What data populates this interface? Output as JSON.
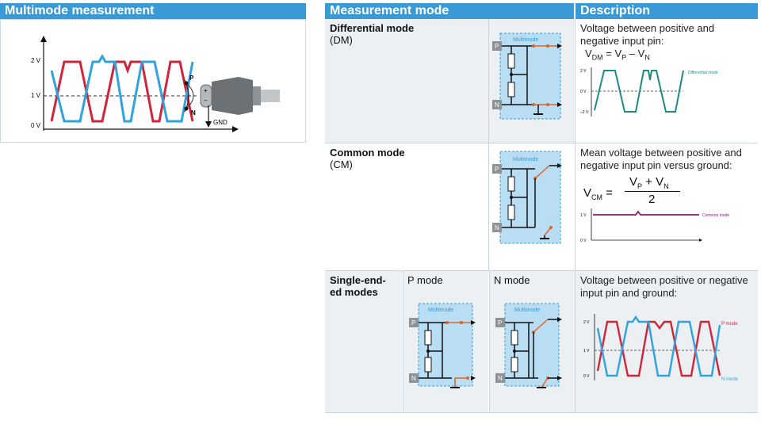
{
  "left": {
    "header": "Multimode measurement",
    "y_labels": [
      "2 V",
      "1 V",
      "0 V"
    ],
    "pin_p": "P",
    "pin_n": "N",
    "plus": "+",
    "minus": "–",
    "gnd": "GND"
  },
  "table": {
    "col1_header": "Measurement mode",
    "col2_header": "Description",
    "rows": [
      {
        "title": "Differential mode",
        "abbr": "(DM)",
        "desc": "Voltage between positive and negative input pin:",
        "formula": "V_DM = V_P – V_N",
        "formula_lhs": "V",
        "formula_lhs_sub": "DM",
        "formula_eq": " = V",
        "formula_p_sub": "P",
        "formula_minus": " – V",
        "formula_n_sub": "N",
        "chart_ticks": [
          "2 V",
          "0 V",
          "–2 V"
        ],
        "chart_label": "Differential mode"
      },
      {
        "title": "Common mode",
        "abbr": "(CM)",
        "desc": "Mean voltage between positive and negative input pin versus ground:",
        "formula_lhs": "V",
        "formula_lhs_sub": "CM",
        "formula_num": "V",
        "formula_num_p": "P",
        "formula_num_plus": " + V",
        "formula_num_n": "N",
        "formula_den": "2",
        "chart_ticks": [
          "1 V",
          "0 V"
        ],
        "chart_label": "Common mode"
      },
      {
        "title": "Single-end-ed modes",
        "title_line1": "Single-end-",
        "title_line2": "ed modes",
        "p_mode": "P mode",
        "n_mode": "N mode",
        "desc": "Voltage between positive or negative input pin and ground:",
        "chart_ticks": [
          "2 V",
          "1 V",
          "0 V"
        ],
        "chart_label_p": "P mode",
        "chart_label_n": "N mode"
      }
    ],
    "circuit_label": "Multimode",
    "pin_p": "P",
    "pin_n": "N"
  },
  "colors": {
    "header_blue": "#3a9ad6",
    "red": "#d0263a",
    "blue": "#2ea3dd",
    "teal": "#1f8a84",
    "purple": "#8a1c6b",
    "orange": "#e0622a",
    "circuit_bg": "#b9ddf2"
  }
}
